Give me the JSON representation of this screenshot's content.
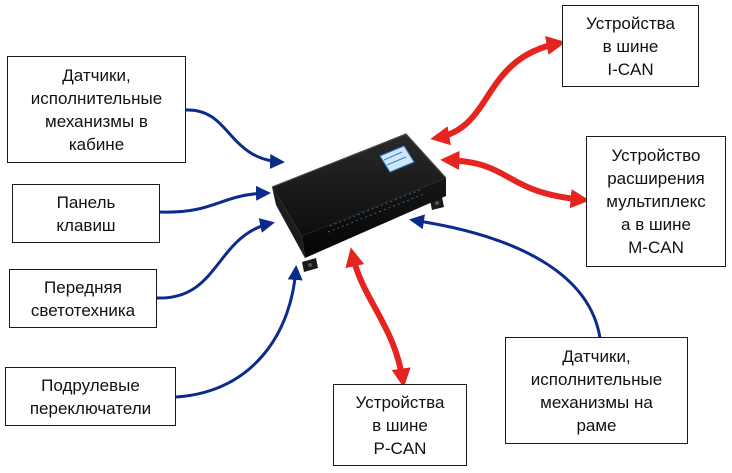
{
  "colors": {
    "wire_blue": "#0b2c8a",
    "bus_red": "#e52420",
    "module_body": "#111111",
    "module_accent": "#3a7fd6"
  },
  "labels": {
    "sensors_cab": "Датчики,\nисполнительные\nмеханизмы в\nкабине",
    "key_panel": "Панель\nклавиш",
    "front_lights": "Передняя\nсветотехника",
    "steering_switches": "Подрулевые\nпереключатели",
    "icans": "Устройства\nв шине\nI-CAN",
    "mcan": "Устройство\nрасширения\nмультиплекс\nа в шине\nM-CAN",
    "pcan": "Устройства\nв шине\nP-CAN",
    "sensors_frame": "Датчики,\nисполнительные\nмеханизмы на\nраме"
  },
  "icons": {
    "module": "control-unit-icon",
    "input_arrow": "curved-blue-arrow",
    "bus_link": "double-headed-red-arrow"
  }
}
